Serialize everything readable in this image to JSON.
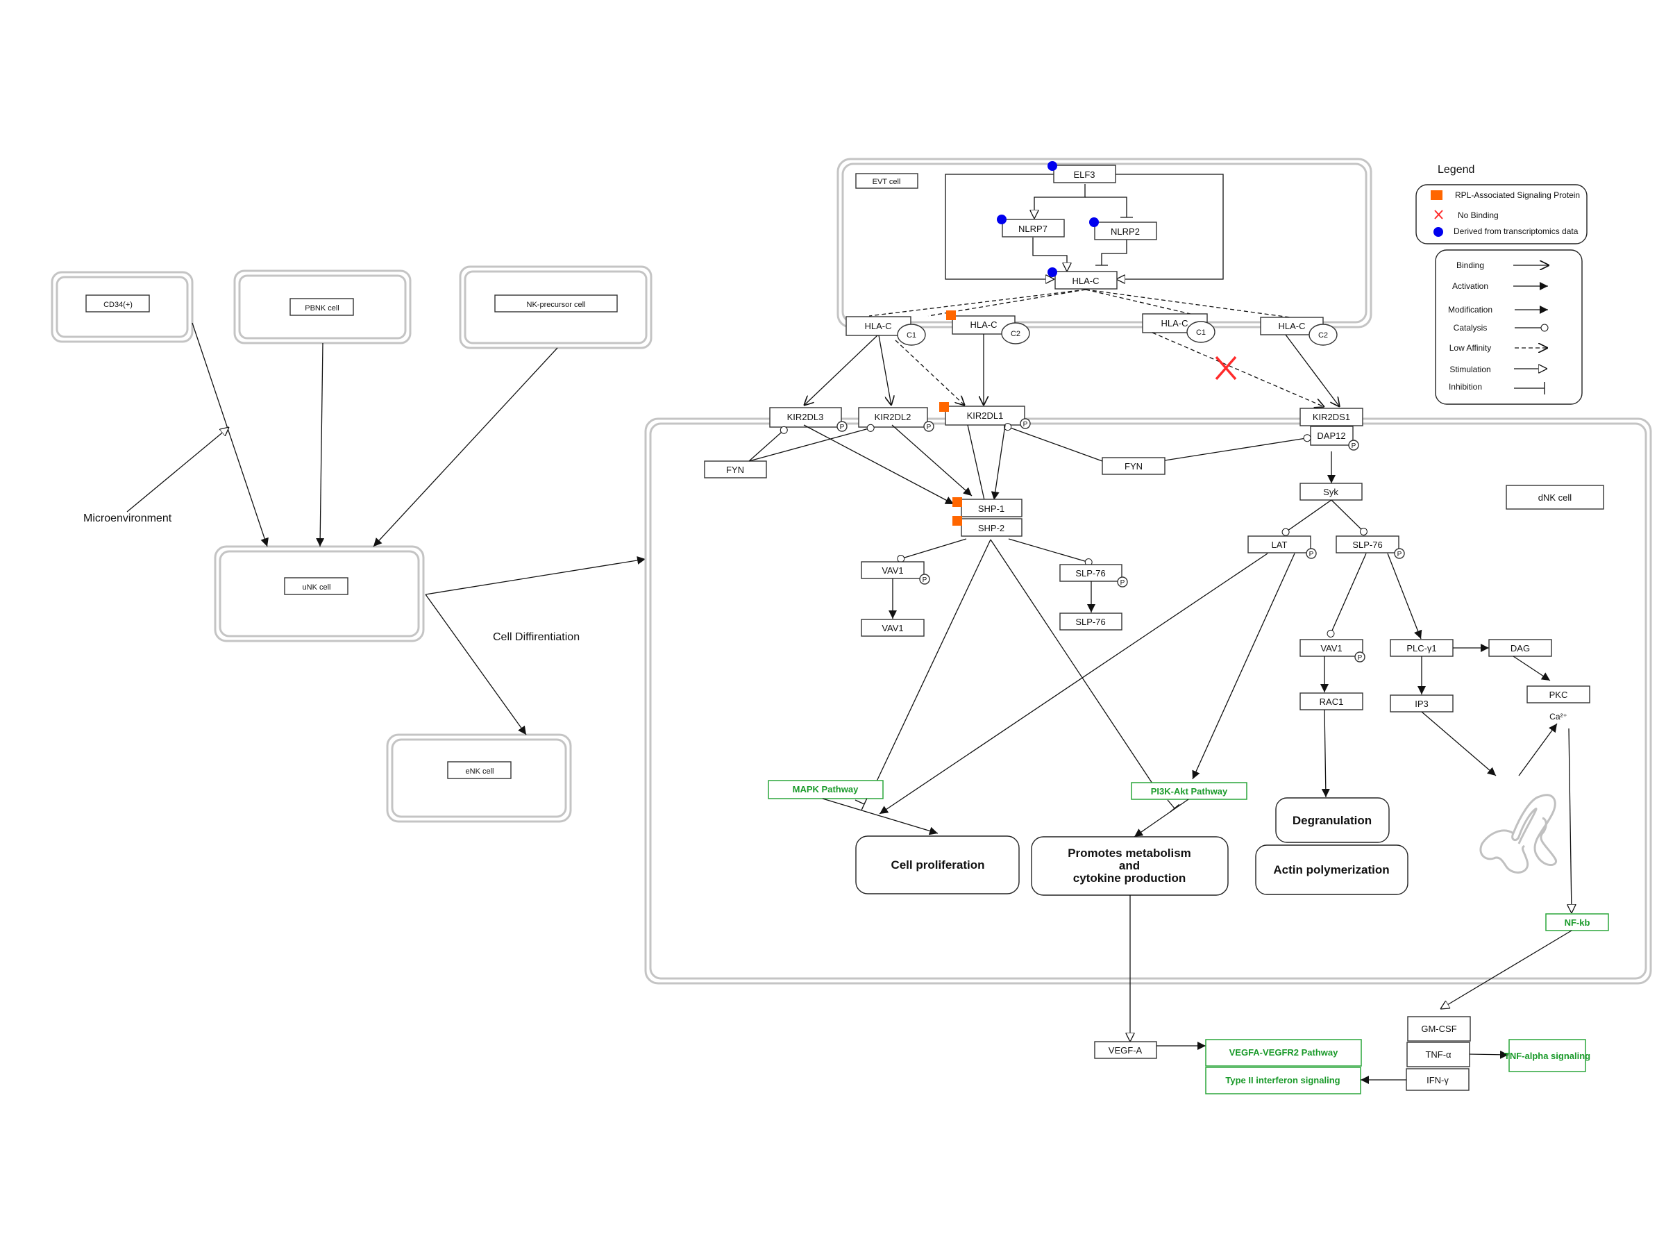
{
  "colors": {
    "rpl_marker": "#ff6600",
    "transcriptomics_marker": "#0000ee",
    "no_binding": "#ff2a2a",
    "pathway_green": "#1a9a2a",
    "cell_border": "#c4c4c4"
  },
  "cells": {
    "cd34": "CD34(+)",
    "pbnk": "PBNK cell",
    "nk_precursor": "NK-precursor cell",
    "unk": "uNK cell",
    "enk": "eNK cell",
    "evt": "EVT cell",
    "dnk": "dNK cell"
  },
  "labels": {
    "microenvironment": "Microenvironment",
    "cell_differentiation": "Cell Diffirentiation"
  },
  "evt": {
    "elf3": "ELF3",
    "nlrp7": "NLRP7",
    "nlrp2": "NLRP2",
    "hla_c": "HLA-C"
  },
  "membrane": {
    "hla_c": "HLA-C",
    "c1": "C1",
    "c2": "C2",
    "kir2dl3": "KIR2DL3",
    "kir2dl2": "KIR2DL2",
    "kir2dl1": "KIR2DL1",
    "kir2ds1": "KIR2DS1",
    "dap12": "DAP12",
    "p": "P"
  },
  "dnk": {
    "fyn": "FYN",
    "shp1": "SHP-1",
    "shp2": "SHP-2",
    "vav1": "VAV1",
    "slp76": "SLP-76",
    "syk": "Syk",
    "lat": "LAT",
    "plc": "PLC-γ1",
    "dag": "DAG",
    "pkc": "PKC",
    "ip3": "IP3",
    "rac1": "RAC1",
    "ca": "Ca²⁺",
    "nfkb": "NF-kb",
    "mapk": "MAPK Pathway",
    "pi3k": "PI3K-Akt Pathway",
    "cell_prolif": "Cell proliferation",
    "metab_1": "Promotes metabolism",
    "metab_2": "and",
    "metab_3": "cytokine production",
    "degran": "Degranulation",
    "actin": "Actin polymerization"
  },
  "outputs": {
    "vegfa": "VEGF-A",
    "vegfr2": "VEGFA-VEGFR2 Pathway",
    "type2ifn": "Type II interferon signaling",
    "gmcsf": "GM-CSF",
    "tnfa": "TNF-α",
    "ifng": "IFN-γ",
    "tnf_sig": "TNF-alpha signaling"
  },
  "legend": {
    "title": "Legend",
    "markers": [
      {
        "icon": "orange-square",
        "label": "RPL-Associated Signaling Protein"
      },
      {
        "icon": "red-x",
        "label": "No Binding"
      },
      {
        "icon": "blue-circle",
        "label": "Derived from transcriptomics data"
      }
    ],
    "edges": [
      {
        "type": "binding",
        "label": "Binding"
      },
      {
        "type": "activation",
        "label": "Activation"
      },
      {
        "type": "modification",
        "label": "Modification"
      },
      {
        "type": "catalysis",
        "label": "Catalysis"
      },
      {
        "type": "low-affinity",
        "label": "Low Affinity"
      },
      {
        "type": "stimulation",
        "label": "Stimulation"
      },
      {
        "type": "inhibition",
        "label": "Inhibition"
      }
    ]
  }
}
